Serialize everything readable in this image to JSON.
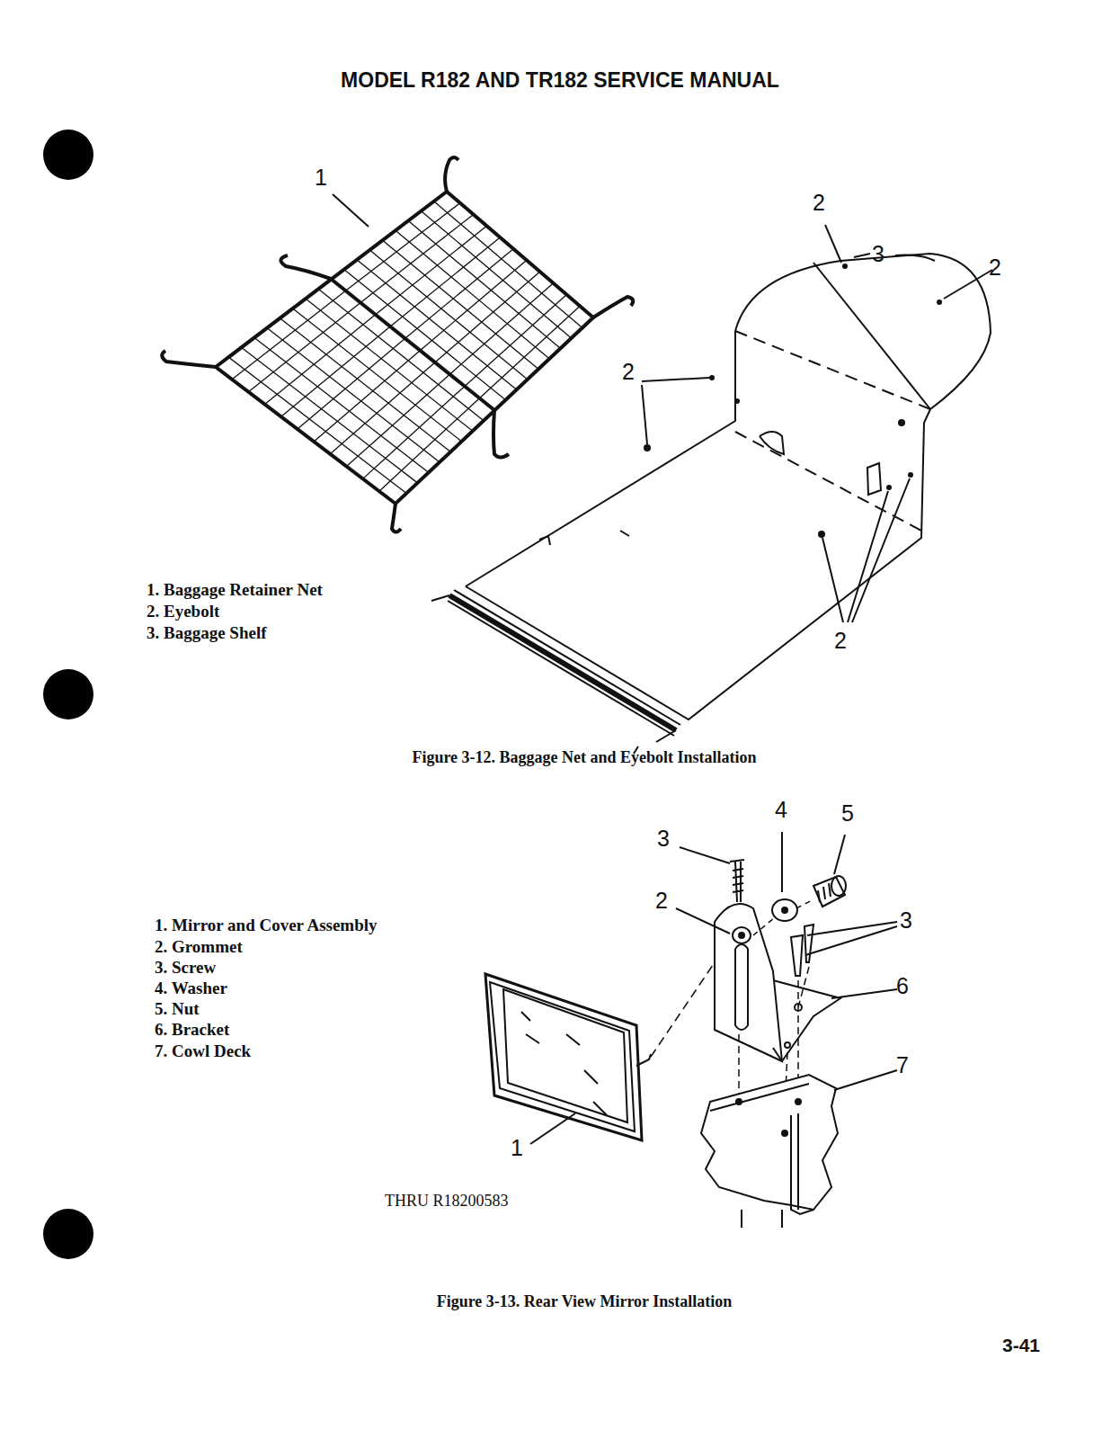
{
  "diagram": {
    "title": "MODEL R182 AND TR182 SERVICE MANUAL",
    "labels": [
      "1",
      "2",
      "3",
      "2",
      "2",
      "2",
      "1. Baggage Retainer Net",
      "2. Eyebolt",
      "3. Baggage Shelf",
      "Figure 3-12. Baggage Net and Eyebolt Installation",
      "1. Mirror and Cover Assembly",
      "2. Grommet",
      "3. Screw",
      "4. Washer",
      "5. Nut",
      "6. Bracket",
      "7. Cowl Deck",
      "3",
      "4",
      "5",
      "2",
      "3",
      "6",
      "7",
      "1",
      "THRU R18200583",
      "Figure 3-13. Rear View Mirror Installation",
      "3-41"
    ]
  }
}
